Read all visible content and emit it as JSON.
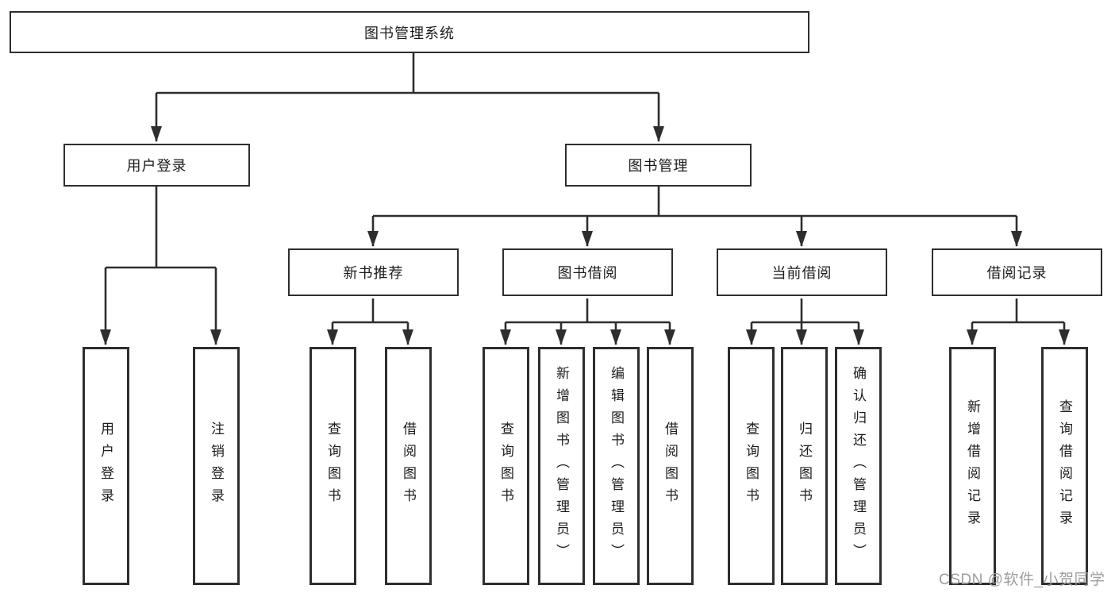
{
  "diagram": {
    "type": "hierarchy-tree",
    "root": {
      "label": "图书管理系统"
    },
    "branches": [
      {
        "label": "用户登录",
        "children": [
          {
            "label": "用户登录"
          },
          {
            "label": "注销登录"
          }
        ]
      },
      {
        "label": "图书管理",
        "children": [
          {
            "label": "新书推荐",
            "children": [
              {
                "label": "查询图书"
              },
              {
                "label": "借阅图书"
              }
            ]
          },
          {
            "label": "图书借阅",
            "children": [
              {
                "label": "查询图书"
              },
              {
                "label": "新增图书（管理员）"
              },
              {
                "label": "编辑图书（管理员）"
              },
              {
                "label": "借阅图书"
              }
            ]
          },
          {
            "label": "当前借阅",
            "children": [
              {
                "label": "查询图书"
              },
              {
                "label": "归还图书"
              },
              {
                "label": "确认归还（管理员）"
              }
            ]
          },
          {
            "label": "借阅记录",
            "children": [
              {
                "label": "新增借阅记录"
              },
              {
                "label": "查询借阅记录"
              }
            ]
          }
        ]
      }
    ]
  },
  "watermark": "CSDN @软件_小贺同学",
  "colors": {
    "line": "#2e2e2e",
    "text": "#1c1c1c",
    "watermark": "#9d9d9d",
    "background": "#ffffff"
  }
}
